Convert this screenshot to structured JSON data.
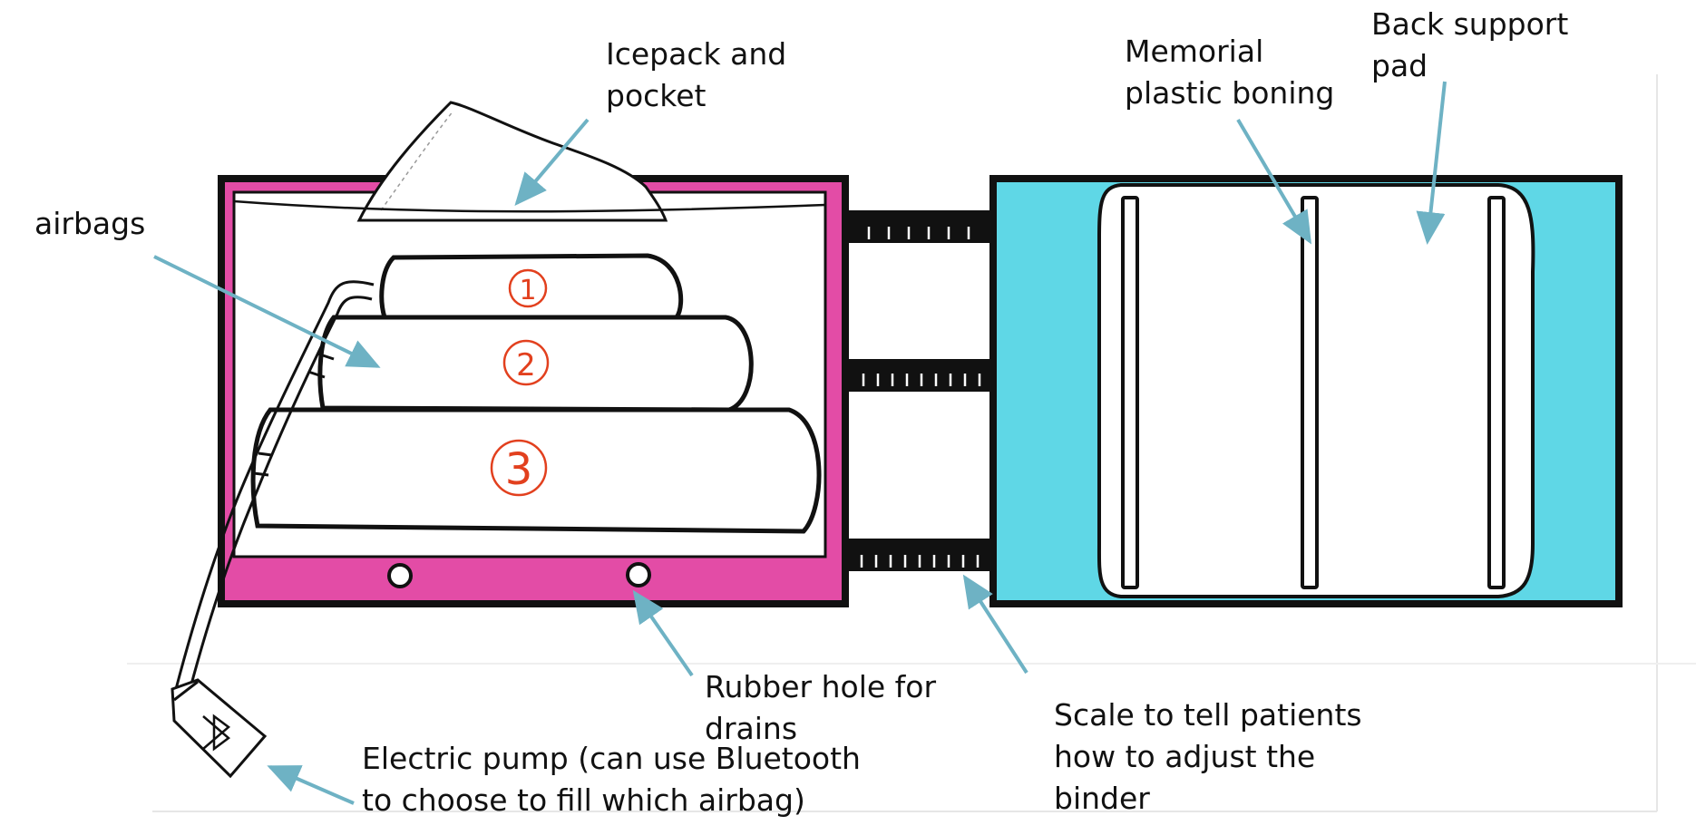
{
  "colors": {
    "front_panel": "#e34ca6",
    "back_panel": "#5fd7e6",
    "outline": "#111111",
    "arrow": "#6eb2c4",
    "airbag_numbers": "#e2401e"
  },
  "airbag_numbers": [
    "1",
    "2",
    "3"
  ],
  "pump": {
    "icon": "bluetooth-icon"
  },
  "labels": {
    "airbags": "airbags",
    "icepack": "Icepack and\npocket",
    "boning": "Memorial\nplastic boning",
    "pad": "Back support\npad",
    "rubber": "Rubber hole for\ndrains",
    "scale": "Scale to tell patients\nhow to adjust the\nbinder",
    "pump": "Electric pump (can use Bluetooth\nto choose to fill which airbag)"
  }
}
